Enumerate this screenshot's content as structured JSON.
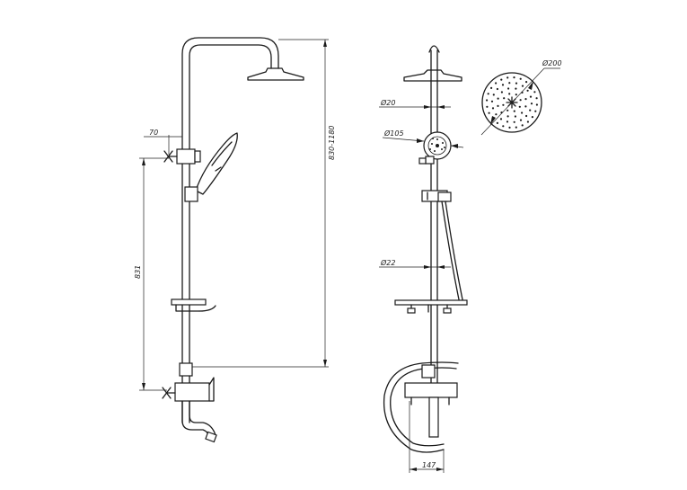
{
  "dimensions": {
    "handle_offset": "70",
    "mixer_to_holder": "831",
    "height_range": "830-1180",
    "rod_diameter_top": "Ø20",
    "hand_shower_diameter": "Ø105",
    "rod_diameter_bottom": "Ø22",
    "head_diameter": "Ø200",
    "mixer_width": "147"
  }
}
